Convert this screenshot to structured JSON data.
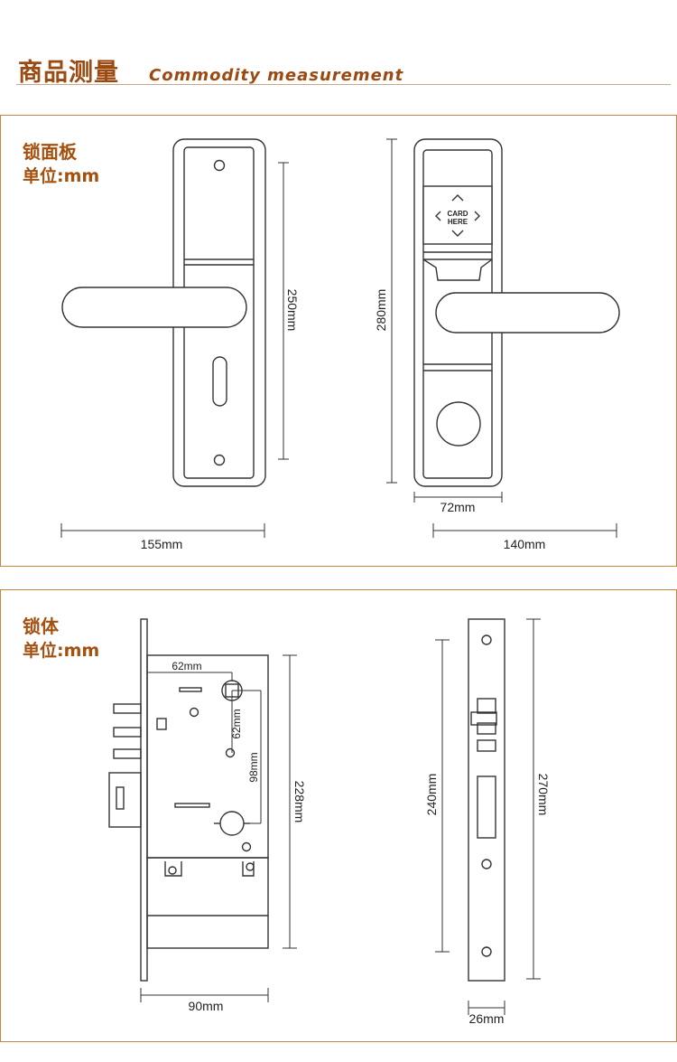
{
  "header": {
    "title_cn": "商品测量",
    "title_en": "Commodity measurement"
  },
  "panel_panel": {
    "title": "锁面板",
    "unit": "单位:mm",
    "dims": {
      "front_height": "250mm",
      "front_width": "155mm",
      "back_height": "280mm",
      "back_plate_width": "72mm",
      "back_width": "140mm"
    },
    "card_label_1": "CARD",
    "card_label_2": "HERE"
  },
  "panel_body": {
    "title": "锁体",
    "unit": "单位:mm",
    "dims": {
      "backset": "62mm",
      "spindle_to_cyl_small": "62mm",
      "spindle_to_cyl": "98mm",
      "body_height": "228mm",
      "body_width": "90mm",
      "face_inner_height": "240mm",
      "face_height": "270mm",
      "face_width": "26mm"
    }
  },
  "colors": {
    "accent": "#a4500f",
    "border": "#c9853c",
    "line": "#333333"
  }
}
